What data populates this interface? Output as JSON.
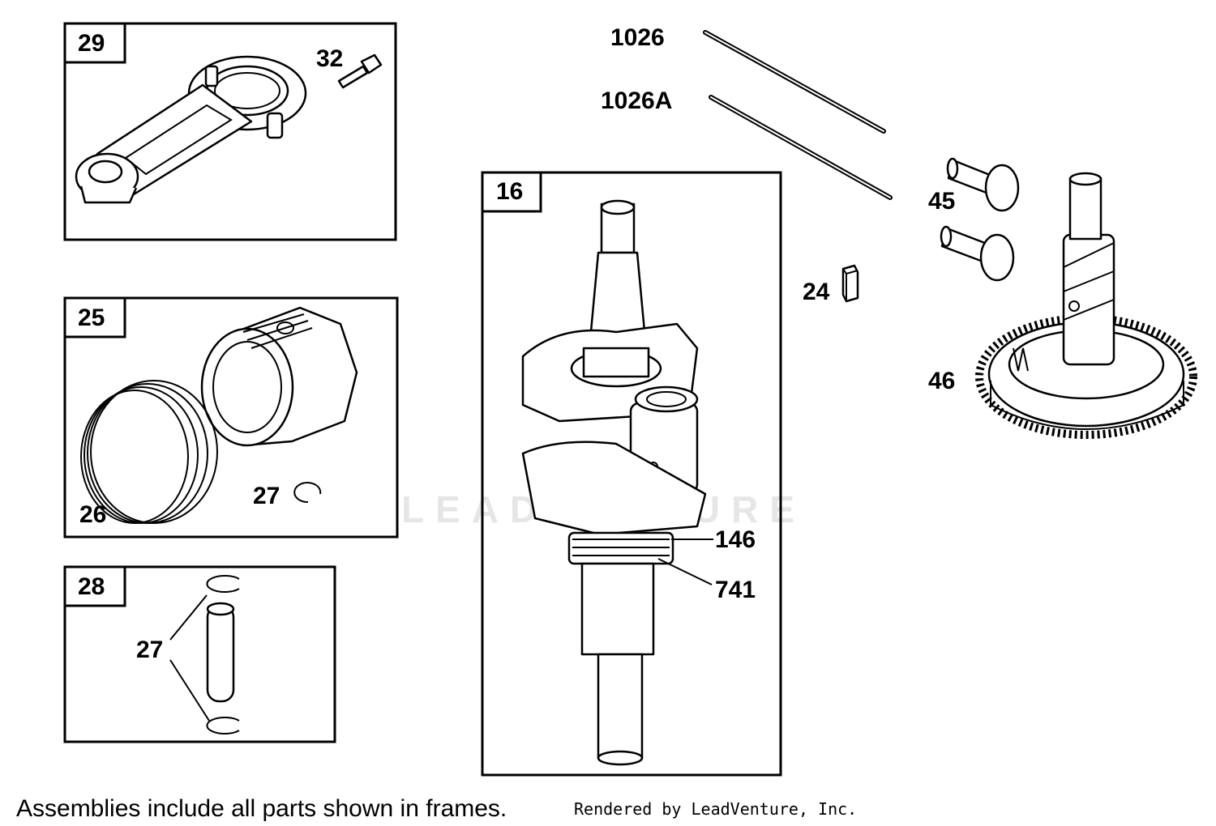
{
  "frames": {
    "connecting_rod": {
      "number": "29"
    },
    "piston": {
      "number": "25"
    },
    "piston_pin": {
      "number": "28"
    },
    "crankshaft": {
      "number": "16"
    }
  },
  "callouts": {
    "bolt": "32",
    "rings": "26",
    "clip_piston": "27",
    "clip_pin": "27",
    "pushrod": "1026",
    "pushrod_a": "1026A",
    "tappet": "45",
    "key": "24",
    "camshaft": "46",
    "crank_gear": "146",
    "crank_gear_2": "741"
  },
  "watermark": "LEADVENTURE",
  "footer": {
    "note": "Assemblies include all parts shown in frames.",
    "credit": "Rendered by LeadVenture, Inc."
  }
}
